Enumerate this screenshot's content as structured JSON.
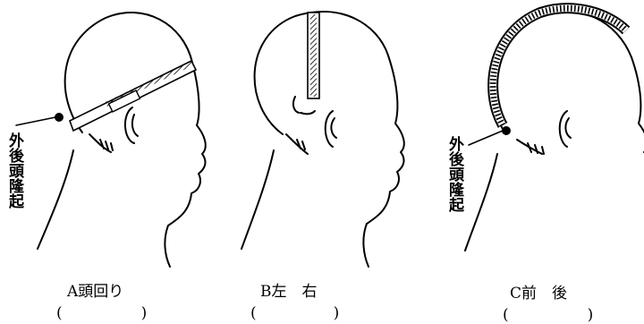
{
  "figures": [
    {
      "id": "A",
      "caption": "A頭回り",
      "paren_open": "(",
      "paren_close": ")"
    },
    {
      "id": "B",
      "caption": "B左　右",
      "paren_open": "(",
      "paren_close": ")"
    },
    {
      "id": "C",
      "caption": "C前　後",
      "paren_open": "(",
      "paren_close": ")"
    }
  ],
  "side_labels": {
    "left": "外後頭隆起",
    "right": "外後頭隆起"
  }
}
